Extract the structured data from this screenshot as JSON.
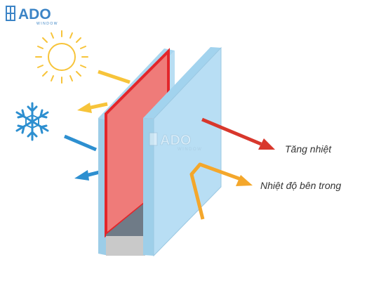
{
  "logo": {
    "brand": "ADO",
    "sub": "WINDOW"
  },
  "watermark": {
    "brand": "ADO",
    "sub": "WINDOW"
  },
  "labels": {
    "heat_gain": "Tăng nhiệt",
    "inside_heat": "Nhiệt độ bên trong"
  },
  "icons": {
    "sun": "sun-icon",
    "snowflake": "snowflake-icon"
  },
  "colors": {
    "sun": "#f7c43a",
    "heat_arrow": "#d8372c",
    "cold_arrow": "#2d8fd0",
    "inside_arrow": "#f4a72b",
    "glass_outer": "#f07a78",
    "glass_inner": "#b8def4",
    "logo": "#3c84c6"
  }
}
